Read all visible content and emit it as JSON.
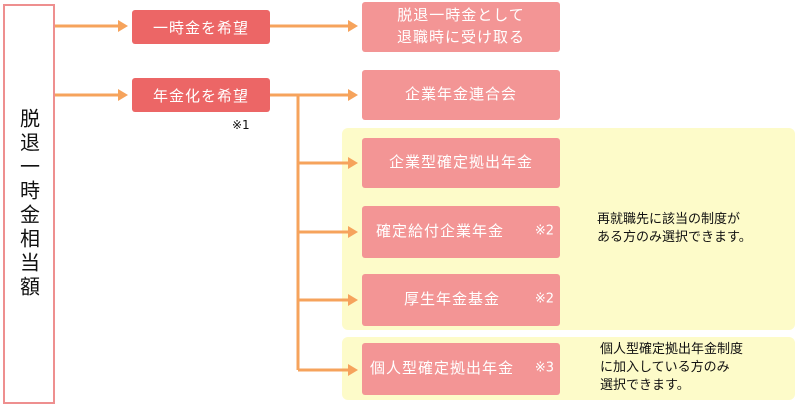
{
  "root": {
    "label": "脱退一時金相当額"
  },
  "level1": [
    {
      "label": "一時金を希望"
    },
    {
      "label": "年金化を希望",
      "note": "※1"
    }
  ],
  "level2": [
    {
      "label": "脱退一時金として\n退職時に受け取る",
      "ref": ""
    },
    {
      "label": "企業年金連合会",
      "ref": ""
    },
    {
      "label": "企業型確定拠出年金",
      "ref": ""
    },
    {
      "label": "確定給付企業年金",
      "ref": "※2"
    },
    {
      "label": "厚生年金基金",
      "ref": "※2"
    },
    {
      "label": "個人型確定拠出年金",
      "ref": "※3"
    }
  ],
  "notes": {
    "group_a": "再就職先に該当の制度が\nある方のみ選択できます。",
    "group_b": "個人型確定拠出年金制度\nに加入している方のみ\n選択できます。"
  },
  "colors": {
    "arrow": "#f6a35c",
    "dark_box": "#ec6666",
    "light_box": "#f39595",
    "highlight": "#fdfbc9",
    "root_border": "#ee8f8f"
  }
}
